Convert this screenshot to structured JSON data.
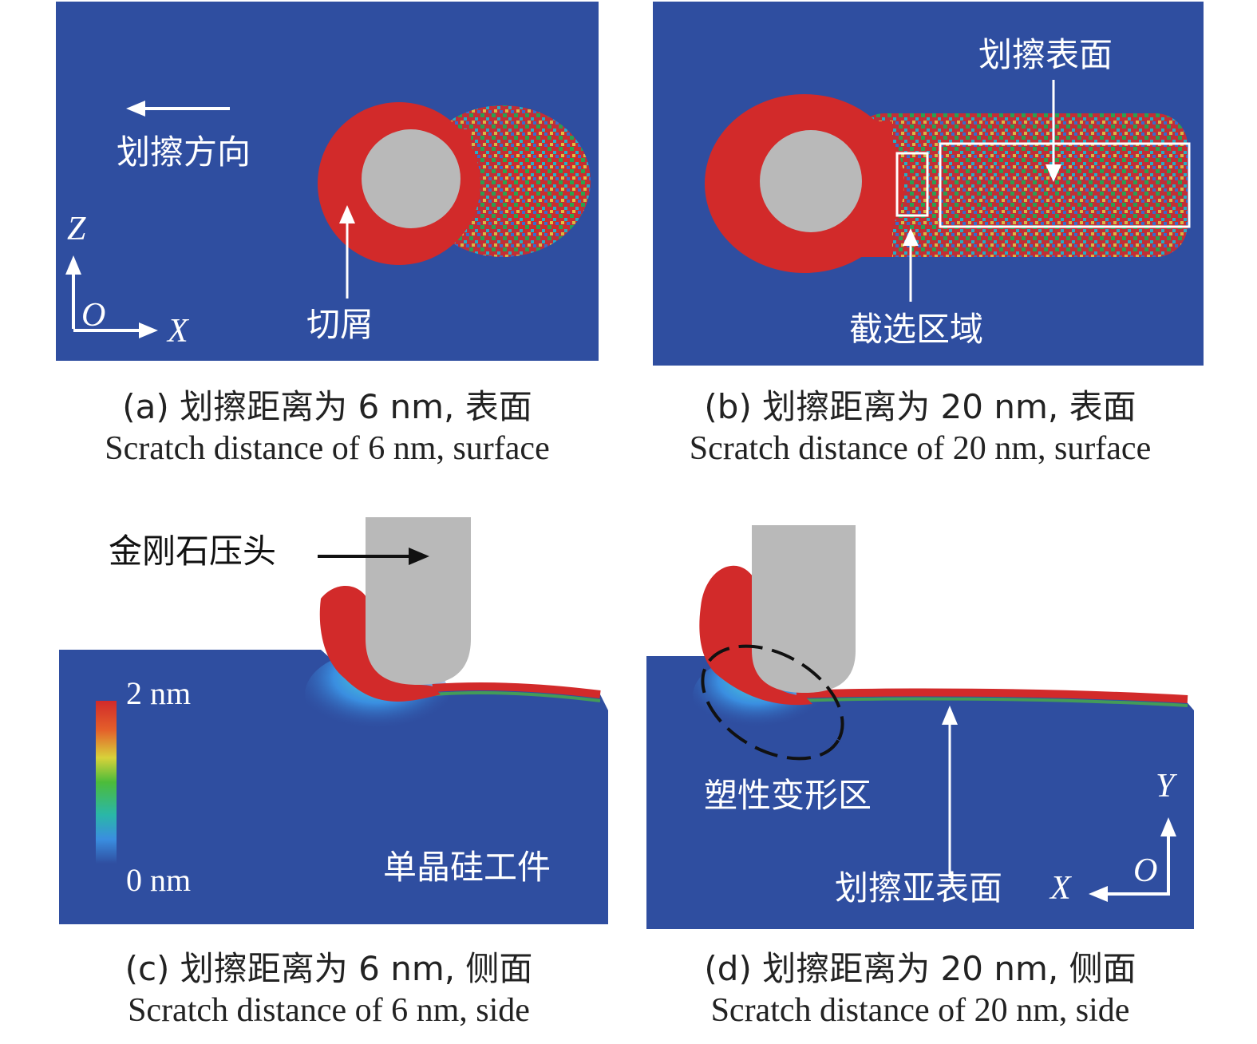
{
  "colors": {
    "workpiece": "#2f4ea0",
    "chip": "#d22a2a",
    "indenter": "#b9b9b9",
    "annotation": "#ffffff",
    "arrow_dark": "#111111"
  },
  "panels": {
    "a": {
      "caption_cn": "(a) 划擦距离为 6 nm, 表面",
      "caption_en": "Scratch distance of 6 nm, surface",
      "direction_label": "划擦方向",
      "chip_label": "切屑",
      "axis_z": "Z",
      "axis_o": "O",
      "axis_x": "X"
    },
    "b": {
      "caption_cn": "(b) 划擦距离为 20 nm, 表面",
      "caption_en": "Scratch distance of 20 nm, surface",
      "surface_label": "划擦表面",
      "region_label": "截选区域"
    },
    "c": {
      "caption_cn": "(c) 划擦距离为 6 nm, 侧面",
      "caption_en": "Scratch distance of 6 nm, side",
      "indenter_label": "金刚石压头",
      "workpiece_label": "单晶硅工件",
      "colorbar_max": "2 nm",
      "colorbar_min": "0 nm"
    },
    "d": {
      "caption_cn": "(d) 划擦距离为 20 nm, 侧面",
      "caption_en": "Scratch distance of 20 nm, side",
      "plastic_label": "塑性变形区",
      "subsurface_label": "划擦亚表面",
      "axis_y": "Y",
      "axis_o": "O",
      "axis_x": "X"
    }
  }
}
